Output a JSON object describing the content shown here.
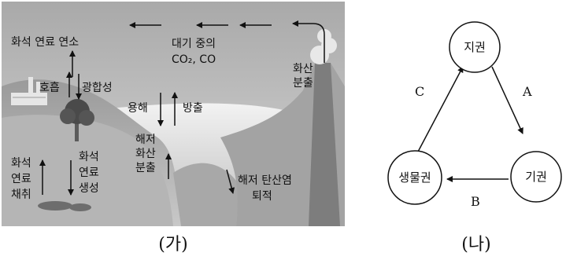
{
  "diagram_ga": {
    "caption": "(가)",
    "labels": {
      "fossil_fuel_combustion": "화석 연료 연소",
      "atmosphere_line1": "대기 중의",
      "atmosphere_line2": "CO₂, CO",
      "volcano_line1": "화산",
      "volcano_line2": "분출",
      "respiration": "호흡",
      "photosynthesis": "광합성",
      "dissolution": "용해",
      "emission": "방출",
      "seafloor_volcano_line1": "해저",
      "seafloor_volcano_line2": "화산",
      "seafloor_volcano_line3": "분출",
      "fossil_extraction_line1": "화석",
      "fossil_extraction_line2": "연료",
      "fossil_extraction_line3": "채취",
      "fossil_formation_line1": "화석",
      "fossil_formation_line2": "연료",
      "fossil_formation_line3": "생성",
      "carbonate_line1": "해저 탄산염",
      "carbonate_line2": "퇴적"
    }
  },
  "diagram_na": {
    "caption": "(나)",
    "nodes": {
      "geosphere": "지권",
      "atmosphere": "기권",
      "biosphere": "생물권"
    },
    "edges": {
      "A": "A",
      "B": "B",
      "C": "C"
    }
  }
}
